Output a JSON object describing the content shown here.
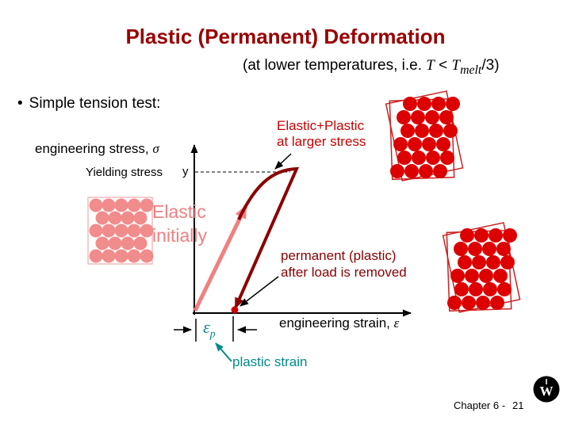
{
  "title": "Plastic (Permanent) Deformation",
  "subtitle": {
    "pre": "(at lower temperatures, i.e. ",
    "t1": "T",
    "lt": " < ",
    "t2": "T",
    "t2_sub": "melt",
    "post": "/3)"
  },
  "bullet": {
    "marker": "•",
    "text": "Simple tension test:"
  },
  "graph": {
    "y_axis": {
      "label": "engineering stress, ",
      "symbol": "σ"
    },
    "x_axis": {
      "label": "engineering strain, ",
      "symbol": "ε"
    },
    "yield": {
      "label": "Yielding stress",
      "symbol": "y"
    },
    "elastic": {
      "line1": "Elastic",
      "line2": "initially"
    },
    "elastic_plastic": {
      "line1": "Elastic+Plastic",
      "line2": "at larger stress"
    },
    "permanent": {
      "line1": "permanent (plastic)",
      "line2": "after load is removed"
    },
    "plastic_strain": {
      "symbol": "ε",
      "subscript": "p",
      "label": "plastic strain"
    }
  },
  "footer": {
    "chapter_label": "Chapter 6 -",
    "page_number": "21",
    "logo_letter": "W"
  },
  "colors": {
    "title_red": "#990000",
    "dark_red": "#8B0000",
    "bright_red": "#CC0000",
    "salmon_pink": "#F08080",
    "teal": "#008B8B",
    "atom_red": "#DD0000",
    "atom_pink": "#F18C8C"
  }
}
